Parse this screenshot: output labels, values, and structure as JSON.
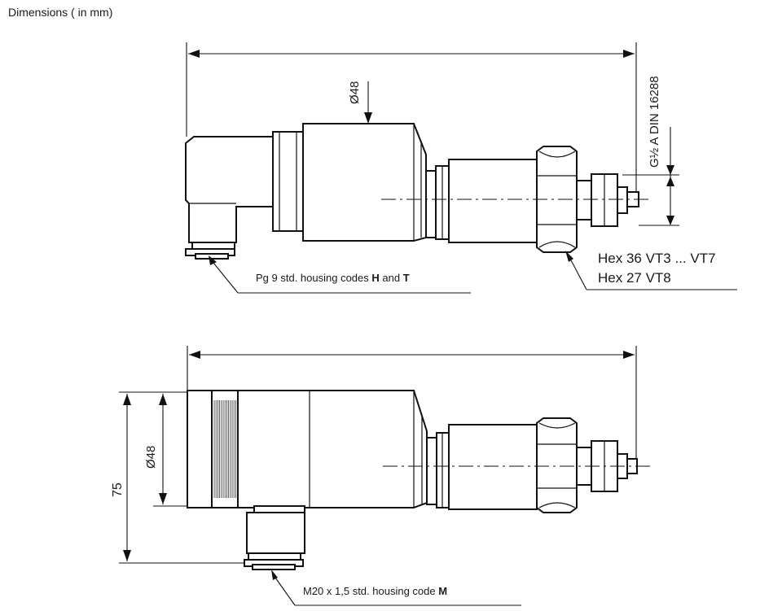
{
  "header": {
    "title": "Dimensions ( in mm)"
  },
  "top_view": {
    "diameter_label": "Ø48",
    "thread_label": "G½ A  DIN 16288",
    "hex_line_1": "Hex 36 VT3 ... VT7",
    "hex_line_2": "Hex 27 VT8",
    "connector_label_prefix": "Pg 9 std. housing codes ",
    "connector_code_1": "H",
    "connector_label_and": " and ",
    "connector_code_2": "T"
  },
  "bottom_view": {
    "height_label": "75",
    "diameter_label": "Ø48",
    "connector_label_prefix": "M20 x 1,5 std. housing code ",
    "connector_code": "M"
  }
}
